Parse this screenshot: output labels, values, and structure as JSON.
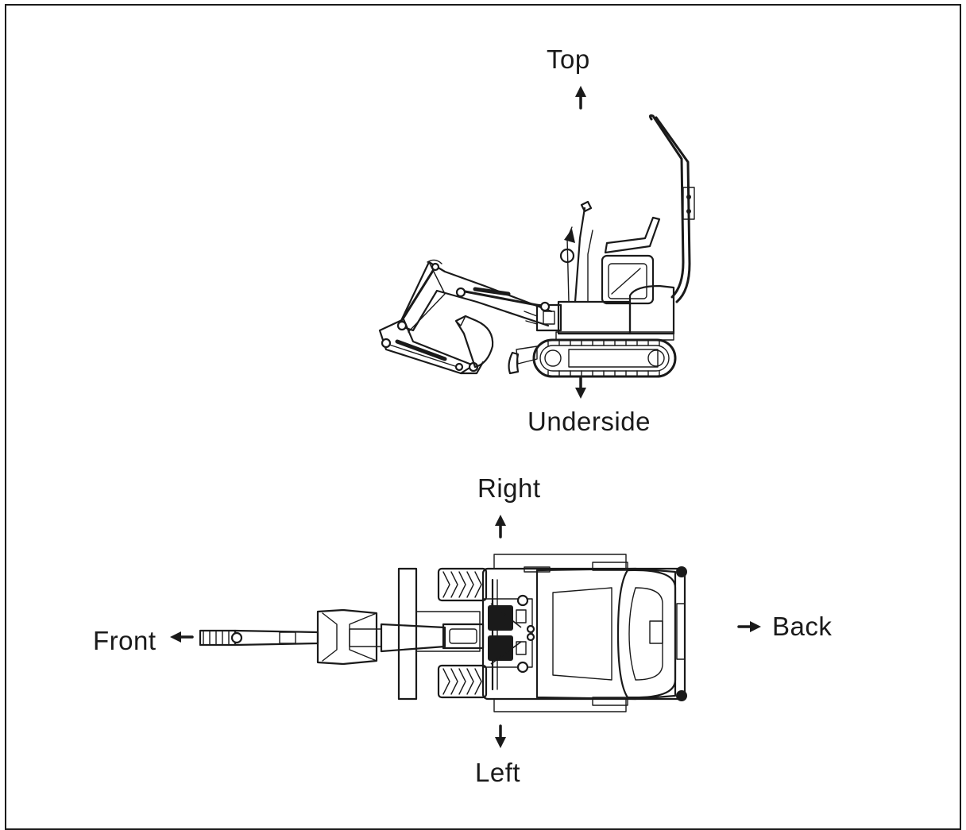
{
  "diagram": {
    "labels": {
      "top": "Top",
      "underside": "Underside",
      "right": "Right",
      "left": "Left",
      "front": "Front",
      "back": "Back"
    }
  }
}
